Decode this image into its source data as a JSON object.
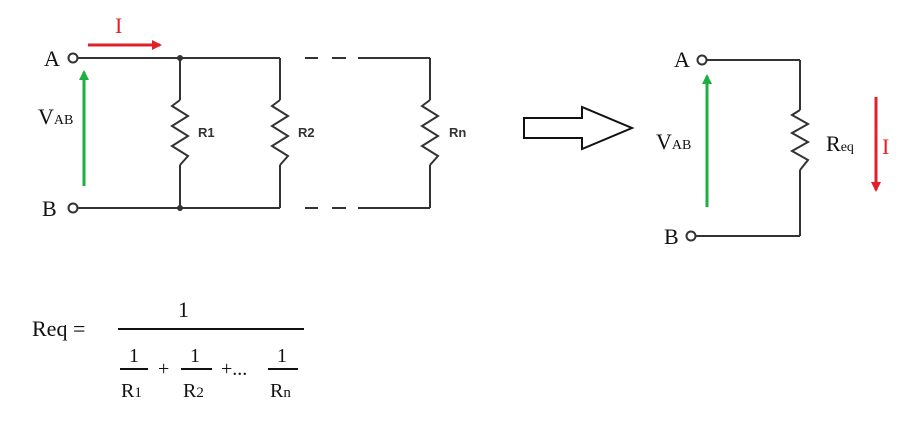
{
  "colors": {
    "wire": "#333333",
    "current_arrow": "#e0202a",
    "voltage_arrow": "#1db040",
    "text": "#111111"
  },
  "left_circuit": {
    "terminal_a": "A",
    "terminal_b": "B",
    "voltage_main": "V",
    "voltage_sub": "AB",
    "current": "I",
    "resistors": [
      "R1",
      "R2",
      "Rn"
    ]
  },
  "right_circuit": {
    "terminal_a": "A",
    "terminal_b": "B",
    "voltage_main": "V",
    "voltage_sub": "AB",
    "current": "I",
    "resistor_main": "R",
    "resistor_sub": "eq"
  },
  "formula": {
    "lhs": "Req =",
    "numerator": "1",
    "term1_num": "1",
    "term1_den_main": "R",
    "term1_den_sub": "1",
    "plus1": "+",
    "term2_num": "1",
    "term2_den_main": "R",
    "term2_den_sub": "2",
    "plus_ellipsis": "+...",
    "term3_num": "1",
    "term3_den_main": "R",
    "term3_den_sub": "n"
  }
}
